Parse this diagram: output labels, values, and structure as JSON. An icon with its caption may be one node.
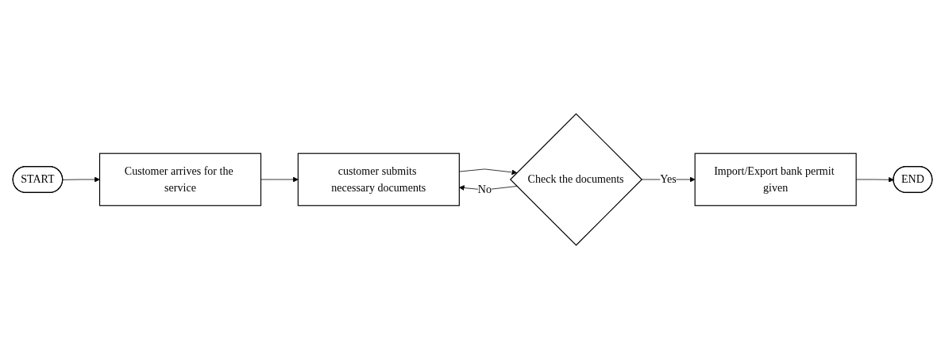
{
  "diagram": {
    "nodes": [
      {
        "text": [
          "START"
        ]
      },
      {
        "text": [
          "Customer arrives for the service"
        ]
      },
      {
        "text": [
          "customer submits necessary documents"
        ]
      },
      {
        "text": [
          "Check the documents"
        ]
      },
      {
        "text": [
          "Import/Export bank permit given"
        ]
      },
      {
        "text": [
          "END"
        ]
      }
    ],
    "edges": [
      {
        "from": 0,
        "to": 1,
        "arrow": "to"
      },
      {
        "from": 1,
        "to": 2,
        "arrow": "to"
      },
      {
        "from": 2,
        "to": 3,
        "arrow": "to"
      },
      {
        "from": 3,
        "to": 4,
        "label": "Yes",
        "arrow": "to"
      },
      {
        "from": 3,
        "to": 2,
        "label": "No",
        "arrow": "to"
      },
      {
        "from": 4,
        "to": 5,
        "arrow": "to"
      }
    ]
  }
}
